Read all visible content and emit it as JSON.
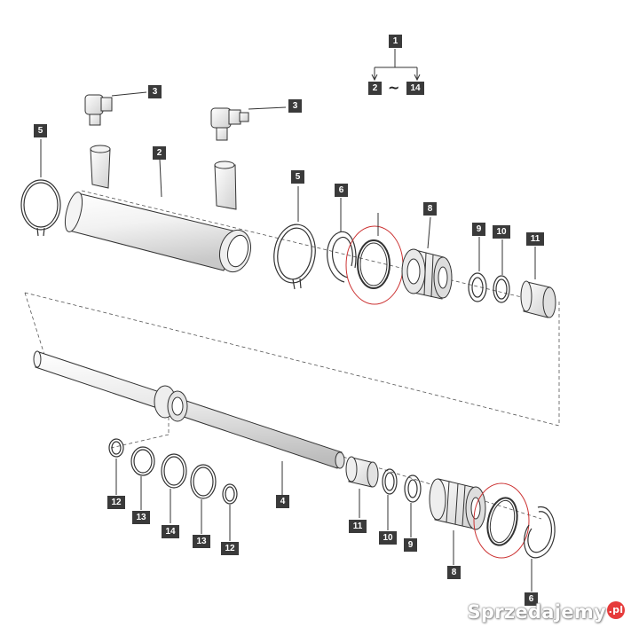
{
  "labels": {
    "l1": "1",
    "l2": "2",
    "l14a": "14",
    "tilde": "~",
    "l3a": "3",
    "l3b": "3",
    "l2b": "2",
    "l5a": "5",
    "l5b": "5",
    "l6a": "6",
    "l8a": "8",
    "l9a": "9",
    "l10a": "10",
    "l11a": "11",
    "l12a": "12",
    "l13a": "13",
    "l14b": "14",
    "l13b": "13",
    "l12b": "12",
    "l4": "4",
    "l11b": "11",
    "l10b": "10",
    "l9b": "9",
    "l8b": "8",
    "l6b": "6"
  },
  "watermark": {
    "text": "Sprzedajemy",
    "suffix": ".pl"
  },
  "colors": {
    "line": "#333333",
    "label_bg": "#3a3a3a",
    "highlight": "#cc3333"
  }
}
